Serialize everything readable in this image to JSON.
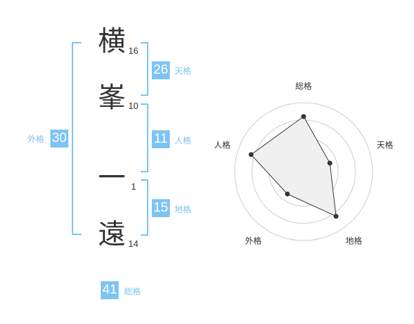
{
  "name": {
    "characters": [
      {
        "char": "横",
        "strokes": "16"
      },
      {
        "char": "峯",
        "strokes": "10"
      },
      {
        "char": "一",
        "strokes": "1"
      },
      {
        "char": "遠",
        "strokes": "14"
      }
    ]
  },
  "fortunes": {
    "tenkaku": {
      "value": "26",
      "label": "天格"
    },
    "jinkaku": {
      "value": "11",
      "label": "人格"
    },
    "chikaku": {
      "value": "15",
      "label": "地格"
    },
    "gaikaku": {
      "value": "30",
      "label": "外格"
    },
    "soukaku": {
      "value": "41",
      "label": "総格"
    }
  },
  "accent_color": "#7dc4f3",
  "chart_data": {
    "type": "radar",
    "axes": [
      "総格",
      "天格",
      "地格",
      "外格",
      "人格"
    ],
    "values": [
      4,
      2,
      4,
      2,
      4
    ],
    "range": [
      0,
      5
    ],
    "rings": 4
  }
}
